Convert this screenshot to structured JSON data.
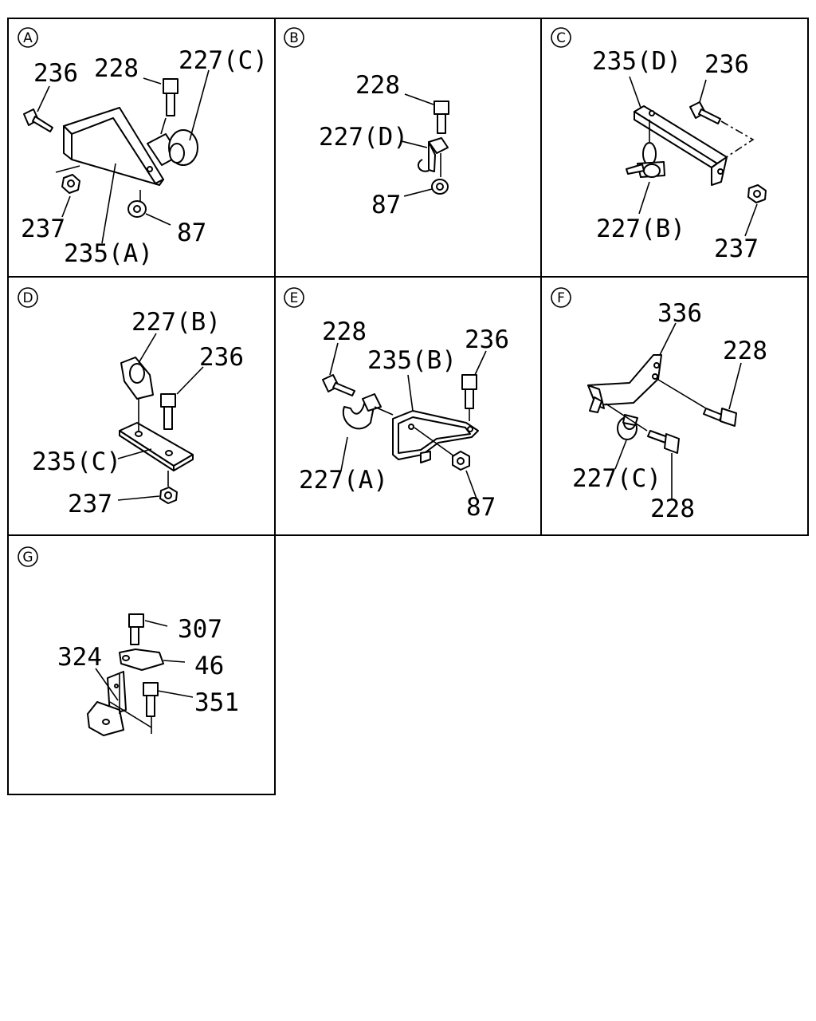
{
  "panels": [
    {
      "id": "A",
      "labels": [
        "236",
        "228",
        "227(C)",
        "237",
        "235(A)",
        "87"
      ]
    },
    {
      "id": "B",
      "labels": [
        "228",
        "227(D)",
        "87"
      ]
    },
    {
      "id": "C",
      "labels": [
        "235(D)",
        "236",
        "227(B)",
        "237"
      ]
    },
    {
      "id": "D",
      "labels": [
        "227(B)",
        "236",
        "235(C)",
        "237"
      ]
    },
    {
      "id": "E",
      "labels": [
        "228",
        "235(B)",
        "236",
        "227(A)",
        "87"
      ]
    },
    {
      "id": "F",
      "labels": [
        "336",
        "228",
        "227(C)",
        "228"
      ]
    },
    {
      "id": "G",
      "labels": [
        "307",
        "324",
        "46",
        "351"
      ]
    }
  ]
}
